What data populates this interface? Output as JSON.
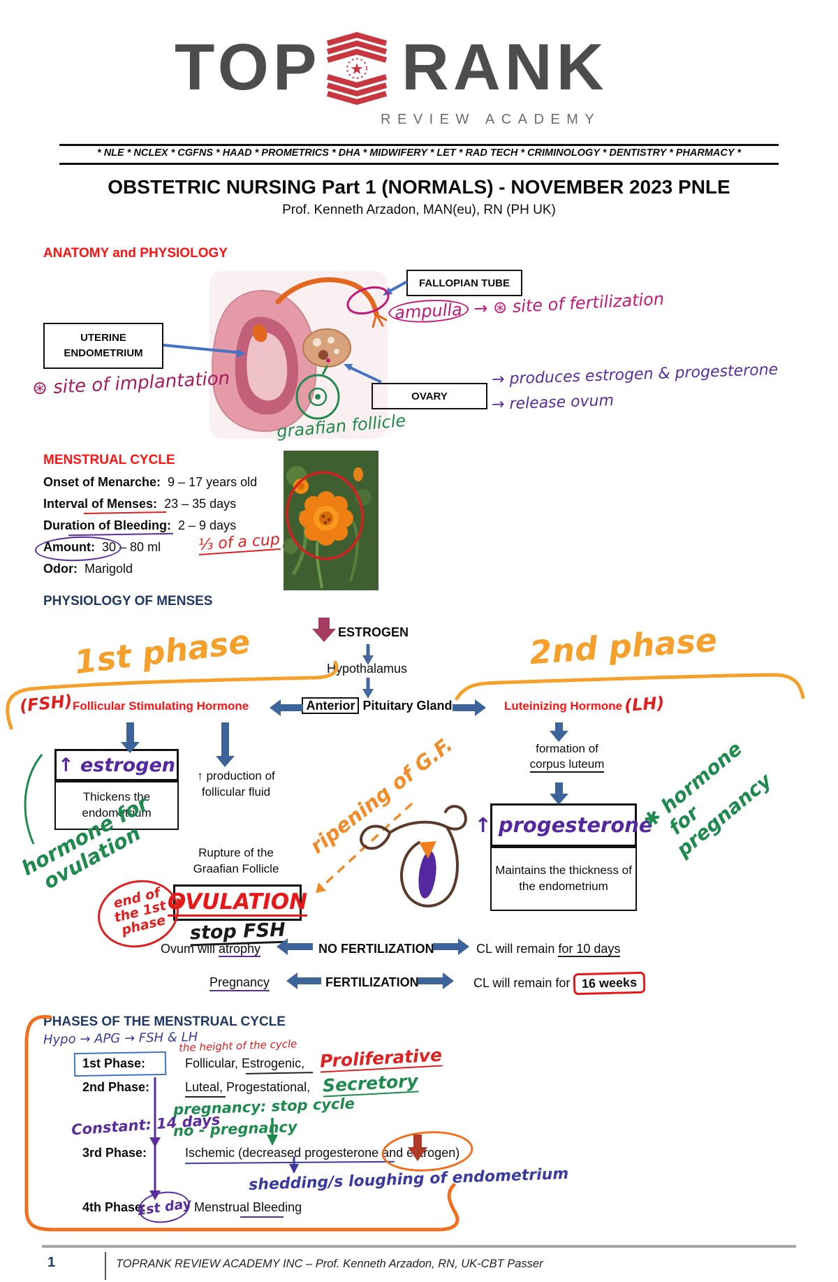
{
  "header": {
    "logo": {
      "top": "TOP",
      "rank": "RANK",
      "sub": "REVIEW ACADEMY"
    },
    "programs": "* NLE * NCLEX * CGFNS * HAAD * PROMETRICS * DHA * MIDWIFERY * LET * RAD TECH * CRIMINOLOGY * DENTISTRY * PHARMACY *"
  },
  "doc": {
    "title": "OBSTETRIC NURSING Part 1 (NORMALS) - NOVEMBER 2023 PNLE",
    "subtitle": "Prof. Kenneth Arzadon, MAN(eu), RN (PH UK)"
  },
  "anatomy": {
    "heading": "ANATOMY and PHYSIOLOGY",
    "labels": {
      "fallopian_tube": "FALLOPIAN TUBE",
      "uterine_line1": "UTERINE",
      "uterine_line2": "ENDOMETRIUM",
      "ovary": "OVARY"
    },
    "handwriting": {
      "ampulla_word": "ampulla",
      "ampulla_rest": "→ ⊛ site of fertilization",
      "implantation": "⊛ site of implantation",
      "produces": "→ produces estrogen & progesterone",
      "release": "→ release ovum",
      "graafian": "graafian follicle"
    }
  },
  "menstrual": {
    "heading": "MENSTRUAL CYCLE",
    "items": [
      {
        "label": "Onset of Menarche:",
        "value": "9 – 17 years old"
      },
      {
        "label": "Interval of Menses:",
        "value": "23 – 35 days"
      },
      {
        "label": "Duration of Bleeding:",
        "value": "2 – 9 days"
      },
      {
        "label": "Amount:",
        "value": "30 – 80 ml"
      },
      {
        "label": "Odor:",
        "value": "Marigold"
      }
    ],
    "hw_amount_note": "⅓ of a cup"
  },
  "physiology": {
    "heading": "PHYSIOLOGY OF MENSES",
    "estrogen": "ESTROGEN",
    "hypothalamus": "Hypothalamus",
    "apg_boxed": "Anterior",
    "apg_rest": "Pituitary Gland",
    "fsh": "Follicular Stimulating Hormone",
    "hw_fsh": "(FSH)",
    "lh": "Luteinizing Hormone",
    "hw_lh": "(LH)",
    "hw_phase1": "1st phase",
    "hw_phase2": "2nd phase",
    "hw_estrogen": "↑ estrogen",
    "thickens": "Thickens the endometrium",
    "follicular_fluid": "↑ production of follicular fluid",
    "rupture": "Rupture of the Graafian Follicle",
    "hw_ovulation": "OVULATION",
    "hw_stop_fsh": "stop FSH",
    "hw_end_phase": "end of the 1st phase",
    "hw_hormone_ovulation_1": "hormone for",
    "hw_hormone_ovulation_2": "ovulation",
    "hw_ripening": "ripening of G.F.",
    "formation_line1": "formation of",
    "formation_line2": "corpus luteum",
    "hw_progesterone": "↑ progesterone",
    "maintains": "Maintains the thickness of the endometrium",
    "hw_hormone_pregnancy_1": "✱ hormone",
    "hw_hormone_pregnancy_2": "for",
    "hw_hormone_pregnancy_3": "pregnancy",
    "ovum_a": "Ovum will ",
    "ovum_b": "atrophy",
    "no_fertilization": "NO FERTILIZATION",
    "cl10_a": "CL will remain ",
    "cl10_b": "for 10 days",
    "pregnancy": "Pregnancy",
    "fertilization": "FERTILIZATION",
    "cl16_a": "CL will remain for ",
    "cl16_b": "16 weeks"
  },
  "phases": {
    "heading": "PHASES OF THE MENSTRUAL CYCLE",
    "hw_hypo": "Hypo → APG → FSH & LH",
    "hw_red_note": "the height of the cycle",
    "row1_label": "1st Phase:",
    "row1_text": "Follicular, Estrogenic,",
    "row1_hw": "Proliferative",
    "row2_label": "2nd Phase:",
    "row2_text": "Luteal, Progestational,",
    "row2_hw": "Secretory",
    "hw_pregnancy_stop": "pregnancy: stop cycle",
    "hw_no_pregnancy": "no - pregnancy",
    "hw_constant": "Constant: 14 days",
    "row3_label": "3rd Phase:",
    "row3_text": "Ischemic (decreased progesterone and estrogen)",
    "hw_shedding": "shedding/s loughing of endometrium",
    "row4_label": "4th Phase:",
    "row4_hw": "1st day",
    "row4_text": "Menstrual Bleeding"
  },
  "footer": {
    "page_number": "1",
    "text": "TOPRANK REVIEW ACADEMY INC – Prof. Kenneth Arzadon, RN, UK-CBT Passer"
  }
}
